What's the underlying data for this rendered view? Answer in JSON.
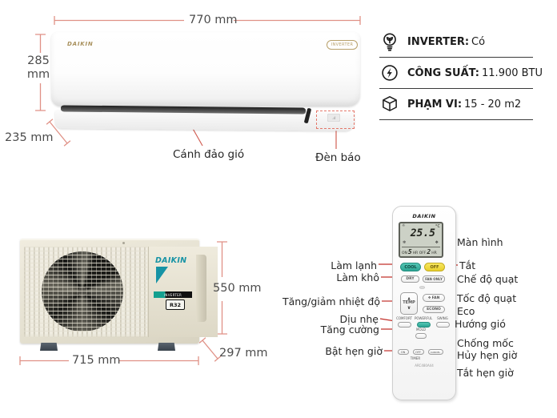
{
  "indoor_unit": {
    "brand": "DAIKIN",
    "badge": "INVERTER",
    "width_label": "770 mm",
    "height_value": "285",
    "height_unit": "mm",
    "depth_label": "235 mm",
    "louver_label": "Cánh đảo gió",
    "indicator_label": "Đèn báo"
  },
  "specs": {
    "rows": [
      {
        "icon": "inverter-bulb-icon",
        "label": "INVERTER:",
        "value": "Có"
      },
      {
        "icon": "capacity-bolt-icon",
        "label": "CÔNG SUẤT:",
        "value": "11.900 BTU"
      },
      {
        "icon": "coverage-cube-icon",
        "label": "PHẠM VI:",
        "value": "15 - 20 m2"
      }
    ]
  },
  "outdoor_unit": {
    "brand": "DAIKIN",
    "inverter_badge": "INVERTER",
    "refrigerant_badge": "R32",
    "height_label": "550 mm",
    "width_label": "715 mm",
    "depth_label": "297 mm"
  },
  "remote": {
    "brand": "DAIKIN",
    "model": "ARC480A44",
    "lcd": {
      "icons_top": "☼",
      "temp": "25.5",
      "temp_unit": "°C",
      "icons_mid_left": "❄",
      "icons_mid": "❖",
      "timer_on": "ON",
      "on_hours": "5",
      "hr_off": "HR OFF",
      "off_hours": "2",
      "hr": "HR"
    },
    "buttons": {
      "cool": "COOL",
      "off": "OFF",
      "dry": "DRY",
      "fan_only": "FAN ONLY",
      "temp_up": "∧",
      "temp": "TEMP",
      "temp_down": "∨",
      "fan_icon": "❖",
      "fan": "FAN",
      "econo": "ECONO",
      "comfort": "COMFORT",
      "powerful": "POWERFUL",
      "swing": "SWING",
      "mold": "MOLD",
      "timer_on": "ON",
      "timer_off": "OFF",
      "timer_cancel": "CANCEL",
      "timer": "TIMER"
    },
    "callouts_left": [
      "Làm lạnh",
      "Làm khô",
      "Tăng/giảm nhiệt độ",
      "Dịu nhẹ",
      "Tăng cường",
      "Bật hẹn giờ"
    ],
    "callouts_right": [
      "Màn hình",
      "Tắt",
      "Chế độ quạt",
      "Tốc độ quạt",
      "Eco",
      "Hướng gió",
      "Chống mốc",
      "Hủy hẹn giờ",
      "Tắt hẹn giờ"
    ]
  },
  "colors": {
    "leader_red": "#c2302a",
    "dimension_salmon": "#e09186",
    "daikin_teal": "#1693a5",
    "button_teal": "#3ab9a8",
    "button_yellow": "#f2dc4a",
    "gold": "#a8905c"
  }
}
